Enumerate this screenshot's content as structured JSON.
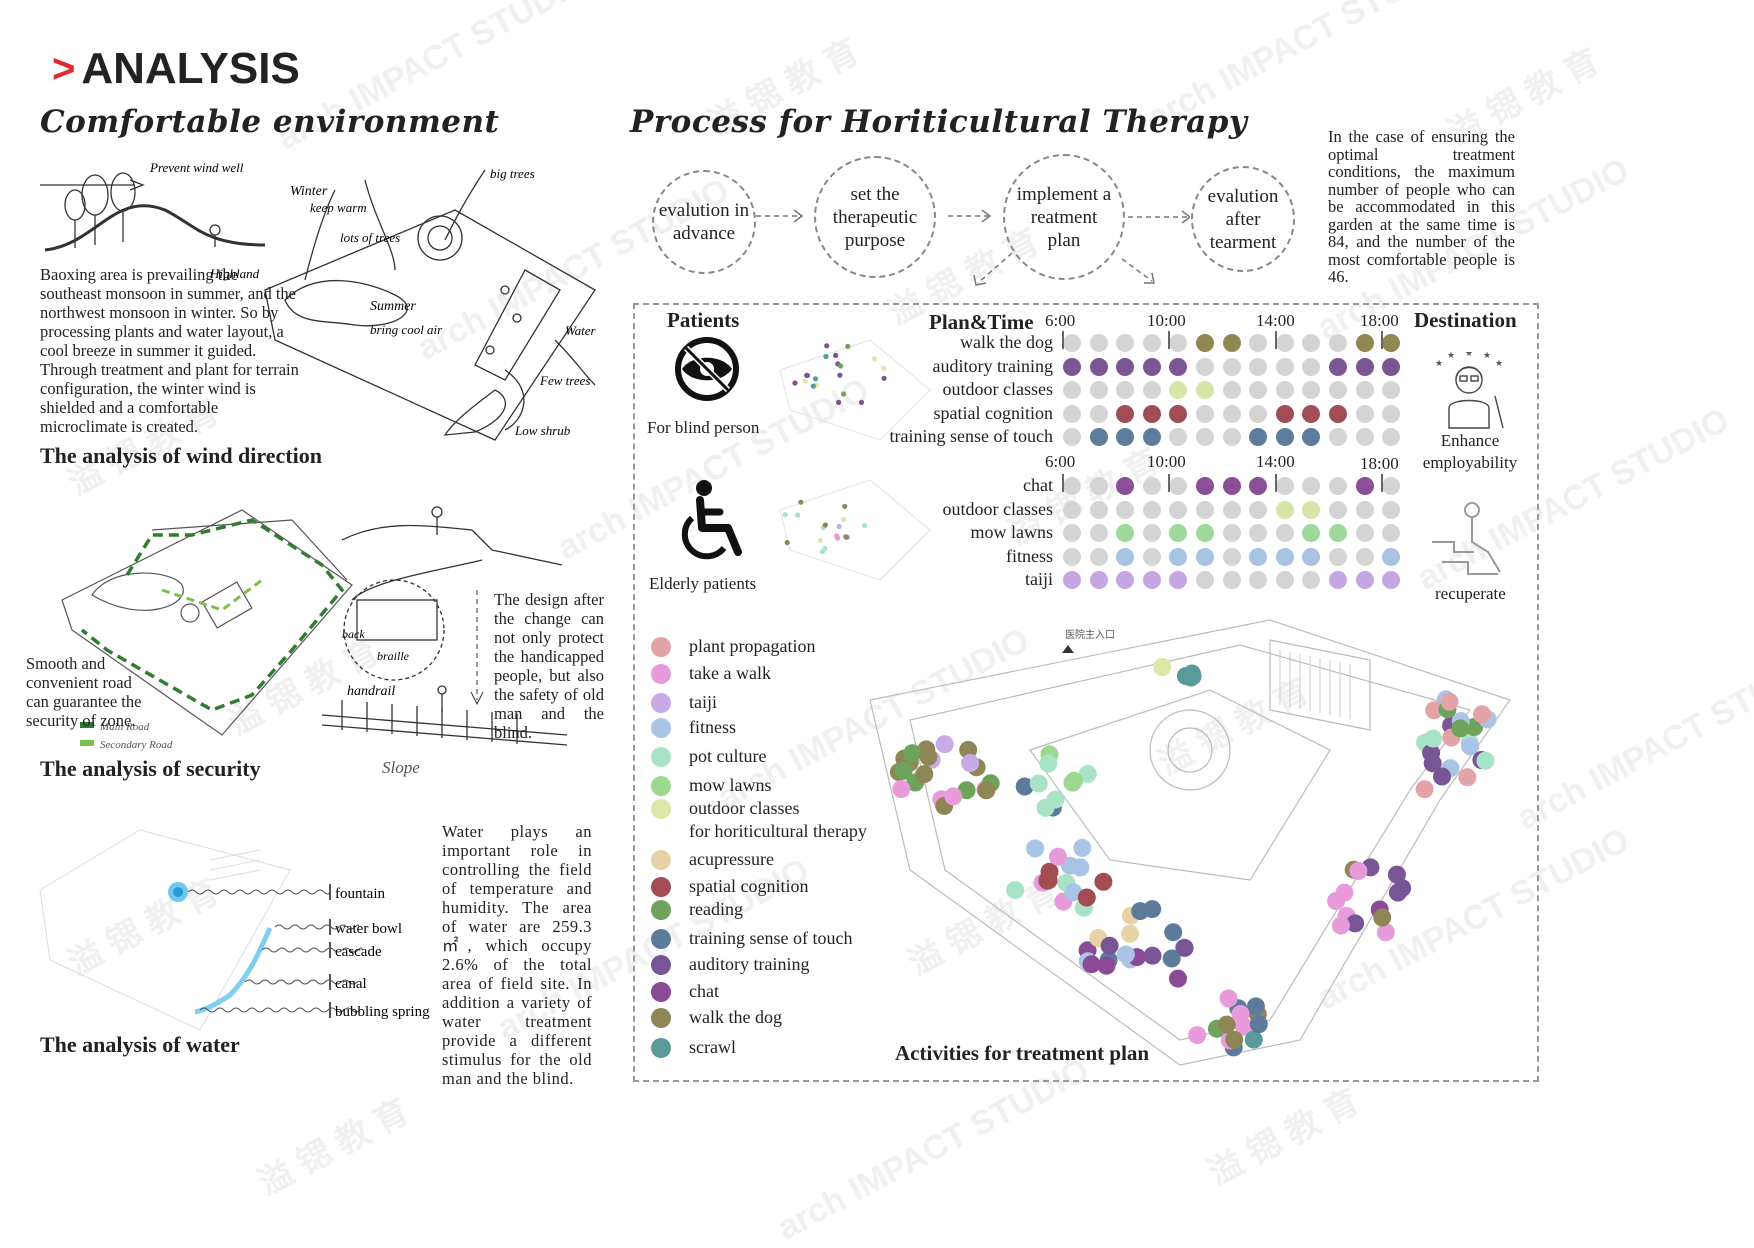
{
  "header": {
    "arrow": ">",
    "title": "ANALYSIS"
  },
  "left": {
    "heading": "Comfortable environment",
    "wind": {
      "text": "Baoxing area is prevailing the southeast monsoon in summer, and the northwest monsoon in winter. So by processing plants and water layout, a cool breeze in summer it guided. Through treatment and plant for terrain configuration, the winter wind is shielded and a comfortable microclimate is created.",
      "title": "The analysis of wind direction",
      "sketch_labels": {
        "prevent": "Prevent wind well",
        "highland": "Highland",
        "winter": "Winter",
        "keep": "keep warm",
        "lots": "lots of trees",
        "big": "big trees",
        "summer": "Summer",
        "bring": "bring cool air",
        "water": "Water",
        "few": "Few trees",
        "low": "Low shrub"
      }
    },
    "security": {
      "text": "Smooth and convenient road can guarantee the security of zone.",
      "legend_main": "Main Road",
      "legend_secondary": "Secondary Road",
      "text2": "The design after the change can not only protect the handicapped people, but also the safety of old man and the blind.",
      "title": "The analysis of security",
      "sketch_labels": {
        "back": "back",
        "braille": "braille",
        "handrail": "handrail",
        "slope": "Slope"
      }
    },
    "water": {
      "labels": [
        "fountain",
        "water bowl",
        "cascade",
        "canal",
        "bubbling spring"
      ],
      "text": "Water plays an important role in controlling the field of temperature and humidity. The area of water are 259.3 ㎡, which occupy 2.6% of the total area of field site. In addition a variety of water treatment provide a different stimulus for the old man and the blind.",
      "title": "The analysis of water"
    }
  },
  "right": {
    "heading": "Process for Horiticultural Therapy",
    "steps": [
      {
        "label": "evalution in advance"
      },
      {
        "label": "set the therapeutic purpose"
      },
      {
        "label": "implement a reatment plan"
      },
      {
        "label": "evalution after tearment"
      }
    ],
    "note": "In the case of ensuring the optimal treatment conditions, the maximum number of people who can be accommodated in this garden at the same time is 84, and the number of the most comfortable people is 46.",
    "patients_title": "Patients",
    "plan_title": "Plan&Time",
    "destination_title": "Destination",
    "blind_label": "For blind person",
    "elderly_label": "Elderly patients",
    "dest1": "Enhance employability",
    "dest2": "recuperate",
    "times": [
      "6:00",
      "10:00",
      "14:00",
      "18:00"
    ],
    "colors": {
      "grey": "#d4d4d4",
      "olive": "#8e8853",
      "purple": "#7b5594",
      "lightgreen": "#d7e6a8",
      "red": "#a24d55",
      "blue": "#5e7c9c",
      "violet": "#8b4f98",
      "green": "#9fd99a",
      "skyblue": "#a9c3e2",
      "lavender": "#c4a7e3"
    },
    "schedule_blind": [
      {
        "label": "walk the dog",
        "color": "#8e8853",
        "on": [
          0,
          0,
          0,
          0,
          0,
          1,
          1,
          0,
          0,
          0,
          0,
          1,
          1
        ]
      },
      {
        "label": "auditory training",
        "color": "#7b5594",
        "on": [
          1,
          1,
          1,
          1,
          1,
          0,
          0,
          0,
          0,
          0,
          1,
          1,
          1
        ]
      },
      {
        "label": "outdoor classes",
        "color": "#d7e6a8",
        "on": [
          0,
          0,
          0,
          0,
          1,
          1,
          0,
          0,
          0,
          0,
          0,
          0,
          0
        ]
      },
      {
        "label": "spatial cognition",
        "color": "#a24d55",
        "on": [
          0,
          0,
          1,
          1,
          1,
          0,
          0,
          0,
          1,
          1,
          1,
          0,
          0
        ]
      },
      {
        "label": "training sense of touch",
        "color": "#5e7c9c",
        "on": [
          0,
          1,
          1,
          1,
          0,
          0,
          0,
          1,
          1,
          1,
          0,
          0,
          0
        ]
      }
    ],
    "schedule_elderly": [
      {
        "label": "chat",
        "color": "#8b4f98",
        "on": [
          0,
          0,
          1,
          0,
          0,
          1,
          1,
          1,
          0,
          0,
          0,
          1,
          0
        ]
      },
      {
        "label": "outdoor classes",
        "color": "#d7e6a8",
        "on": [
          0,
          0,
          0,
          0,
          0,
          0,
          0,
          0,
          1,
          1,
          0,
          0,
          0
        ]
      },
      {
        "label": "mow lawns",
        "color": "#9fd99a",
        "on": [
          0,
          0,
          1,
          0,
          1,
          1,
          0,
          0,
          0,
          1,
          1,
          0,
          0
        ]
      },
      {
        "label": "fitness",
        "color": "#a9c3e2",
        "on": [
          0,
          0,
          1,
          0,
          1,
          1,
          0,
          1,
          1,
          1,
          0,
          0,
          1
        ]
      },
      {
        "label": "taiji",
        "color": "#c4a7e3",
        "on": [
          1,
          1,
          1,
          1,
          1,
          0,
          0,
          0,
          0,
          0,
          1,
          1,
          1
        ]
      }
    ],
    "legend": [
      {
        "label": "plant propagation",
        "color": "#e4a3a6"
      },
      {
        "label": "take a walk",
        "color": "#e79bdb"
      },
      {
        "label": "taiji",
        "color": "#c7aae6"
      },
      {
        "label": "fitness",
        "color": "#aac4e5"
      },
      {
        "label": "pot culture",
        "color": "#a8e3c6"
      },
      {
        "label": "mow lawns",
        "color": "#9ad98f"
      },
      {
        "label": "outdoor classes",
        "color": "#dbe8a9"
      },
      {
        "label": "for horiticultural therapy",
        "color": ""
      },
      {
        "label": "acupressure",
        "color": "#e7d2a5"
      },
      {
        "label": "spatial cognition",
        "color": "#a24c53"
      },
      {
        "label": "reading",
        "color": "#6ea35b"
      },
      {
        "label": "training sense of touch",
        "color": "#5e7a9b"
      },
      {
        "label": "auditory training",
        "color": "#7a5595"
      },
      {
        "label": "chat",
        "color": "#8b4a97"
      },
      {
        "label": "walk the dog",
        "color": "#8e8755"
      },
      {
        "label": "scrawl",
        "color": "#5b9a9c"
      }
    ],
    "plan_title_bottom": "Activities for treatment plan",
    "map_labels": {
      "entrance": "医院主入口"
    }
  },
  "watermark": {
    "en": "arch IMPACT STUDIO",
    "cn": "溢 锶 教 育"
  }
}
